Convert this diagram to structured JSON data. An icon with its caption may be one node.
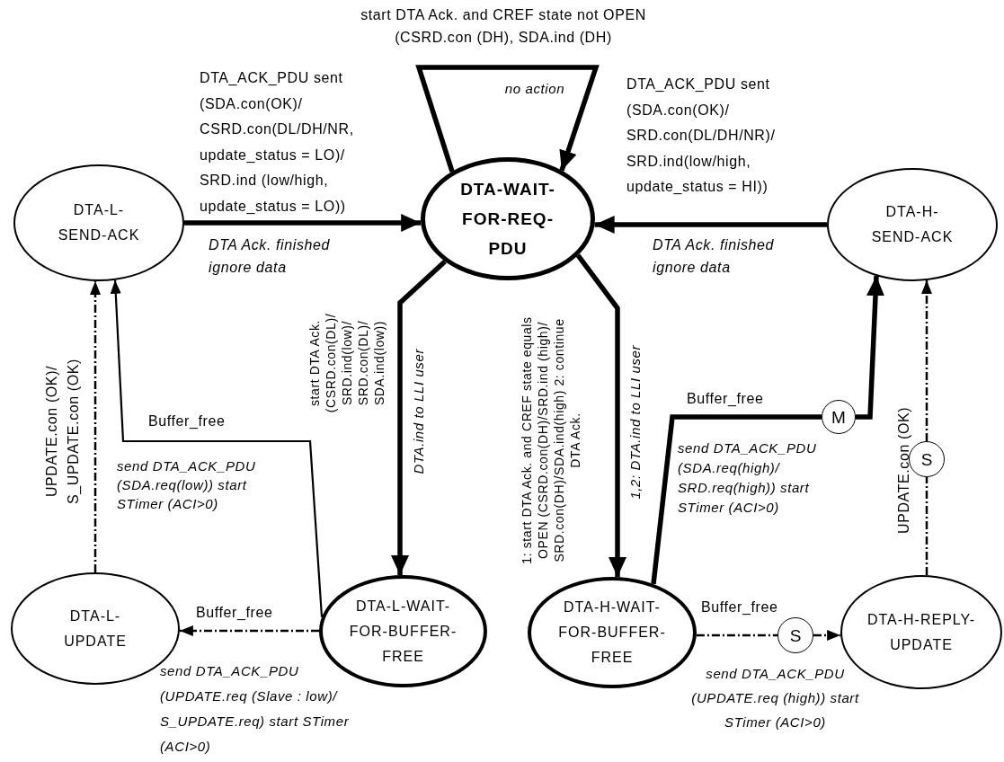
{
  "diagram": {
    "nodes": [
      {
        "text": [
          "DTA-L-SEND-ACK"
        ]
      },
      {
        "text": [
          "DTA-WAIT-FOR-REQ-PDU"
        ]
      },
      {
        "text": [
          "DTA-H-SEND-ACK"
        ]
      },
      {
        "text": [
          "DTA-L-UPDATE"
        ]
      },
      {
        "text": [
          "DTA-L-WAIT-FOR-BUFFER-FREE"
        ]
      },
      {
        "text": [
          "DTA-H-WAIT-FOR-BUFFER-FREE"
        ]
      },
      {
        "text": [
          "DTA-H-REPLY-UPDATE"
        ]
      },
      {
        "text": [
          "M"
        ]
      },
      {
        "text": [
          "S"
        ]
      },
      {
        "text": [
          "S"
        ]
      }
    ],
    "edges": [
      {
        "from": 0,
        "to": 1,
        "arrow": "to",
        "style": "thick",
        "label": "DTA_ACK_PDU sent (SDA.con(OK)/ CSRD.con(DL/DH/NR, update_status = LO)/ SRD.ind (low/high, update_status = LO))"
      },
      {
        "from": 2,
        "to": 1,
        "arrow": "to",
        "style": "thick",
        "label": "DTA_ACK_PDU sent (SDA.con(OK)/ SRD.con(DL/DH/NR)/ SRD.ind(low/high, update_status = HI))"
      },
      {
        "from": 1,
        "to": 1,
        "arrow": "to",
        "style": "thick",
        "label": "no action"
      },
      {
        "from": 1,
        "to": 4,
        "arrow": "to",
        "style": "thick",
        "label": "DTA.ind to LLI user"
      },
      {
        "from": 1,
        "to": 5,
        "arrow": "to",
        "style": "thick",
        "label": "1,2: DTA.ind to LLI user"
      },
      {
        "from": 4,
        "to": 0,
        "arrow": "to",
        "label": "Buffer_free"
      },
      {
        "from": 3,
        "to": 0,
        "arrow": "to",
        "style": "dashed",
        "label": "UPDATE.con (OK)/ S_UPDATE.con (OK)"
      },
      {
        "from": 4,
        "to": 3,
        "arrow": "to",
        "style": "dashed",
        "label": "Buffer_free"
      },
      {
        "from": 5,
        "to": 7,
        "arrow": "none",
        "style": "thick",
        "label": "Buffer_free"
      },
      {
        "from": 7,
        "to": 2,
        "arrow": "to",
        "style": "thick"
      },
      {
        "from": 6,
        "to": 8,
        "arrow": "none",
        "style": "dashed"
      },
      {
        "from": 8,
        "to": 2,
        "arrow": "to",
        "style": "dashed",
        "label": "UPDATE.con (OK)"
      },
      {
        "from": 5,
        "to": 9,
        "arrow": "none",
        "style": "dashed",
        "label": "Buffer_free"
      },
      {
        "from": 9,
        "to": 6,
        "arrow": "to",
        "style": "dashed"
      }
    ],
    "labels": [
      "start DTA Ack. and CREF state not OPEN (CSRD.con (DH), SDA.ind (DH)",
      "DTA Ack. finished ignore data",
      "DTA Ack. finished ignore data",
      "start DTA Ack. (CSRD.con(DL)/ SRD.ind(low)/ SRD.con(DL)/ SDA.ind(low))",
      "1: start DTA Ack. and CREF state equals OPEN (CSRD.con(DH)/SRD.ind (high)/ SRD.con(DH)/SDA.ind(high) 2: continue DTA Ack.",
      "send DTA_ACK_PDU (SDA.req(low)) start STimer (ACI>0)",
      "send DTA_ACK_PDU (SDA.req(high)/ SRD.req(high)) start STimer (ACI>0)",
      "send DTA_ACK_PDU (UPDATE.req (Slave : low)/ S_UPDATE.req) start STimer (ACI>0)",
      "send DTA_ACK_PDU (UPDATE.req (high)) start STimer (ACI>0)"
    ]
  }
}
